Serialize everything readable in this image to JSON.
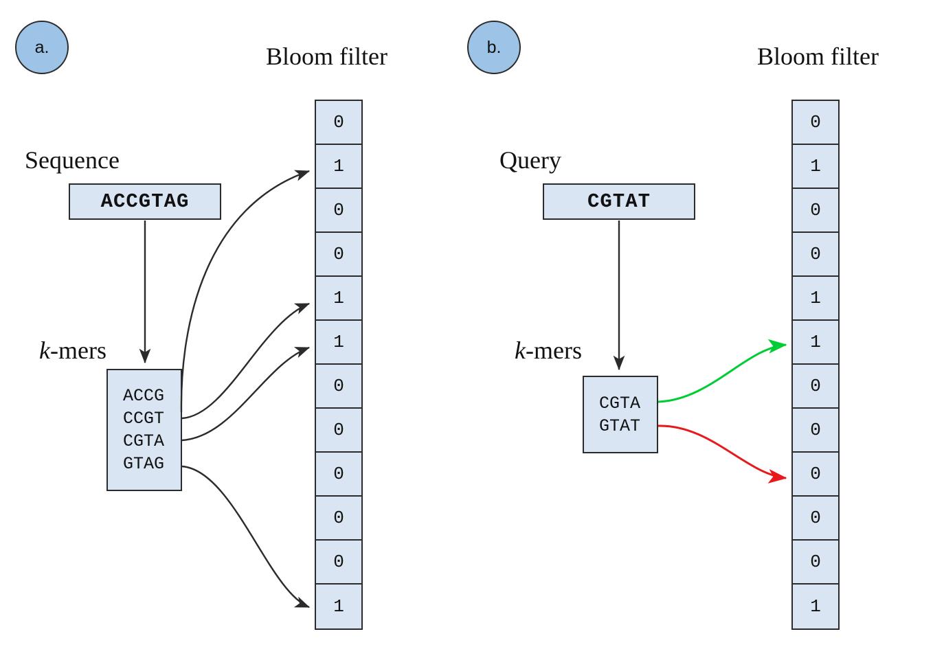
{
  "figure": {
    "panels": [
      {
        "id": "a",
        "badge_label": "a.",
        "bloom_title": "Bloom filter",
        "source_label": "Sequence",
        "source_value": "ACCGTAG",
        "kmers_label_prefix": "k",
        "kmers_label_suffix": "-mers",
        "kmers": [
          "ACCG",
          "CCGT",
          "CGTA",
          "GTAG"
        ],
        "bloom_bits": [
          "0",
          "1",
          "0",
          "0",
          "1",
          "1",
          "0",
          "0",
          "0",
          "0",
          "0",
          "1"
        ],
        "arrow_color": "#2b2b2b",
        "mappings": [
          {
            "kmer": "ACCG",
            "bit_index": 1,
            "color": "#2b2b2b"
          },
          {
            "kmer": "CCGT",
            "bit_index": 4,
            "color": "#2b2b2b"
          },
          {
            "kmer": "CGTA",
            "bit_index": 5,
            "color": "#2b2b2b"
          },
          {
            "kmer": "GTAG",
            "bit_index": 11,
            "color": "#2b2b2b"
          }
        ]
      },
      {
        "id": "b",
        "badge_label": "b.",
        "bloom_title": "Bloom filter",
        "source_label": "Query",
        "source_value": "CGTAT",
        "kmers_label_prefix": "k",
        "kmers_label_suffix": "-mers",
        "kmers": [
          "CGTA",
          "GTAT"
        ],
        "bloom_bits": [
          "0",
          "1",
          "0",
          "0",
          "1",
          "1",
          "0",
          "0",
          "0",
          "0",
          "0",
          "1"
        ],
        "mappings": [
          {
            "kmer": "CGTA",
            "bit_index": 5,
            "color": "#00CC33",
            "result": "hit"
          },
          {
            "kmer": "GTAT",
            "bit_index": 8,
            "color": "#E8191B",
            "result": "miss"
          }
        ]
      }
    ],
    "colors": {
      "cell_fill": "#D9E5F3",
      "badge_fill": "#9DC3E6",
      "outline": "#2b2b2b",
      "hit_arrow": "#00CC33",
      "miss_arrow": "#E8191B",
      "background": "#FFFFFF"
    }
  }
}
